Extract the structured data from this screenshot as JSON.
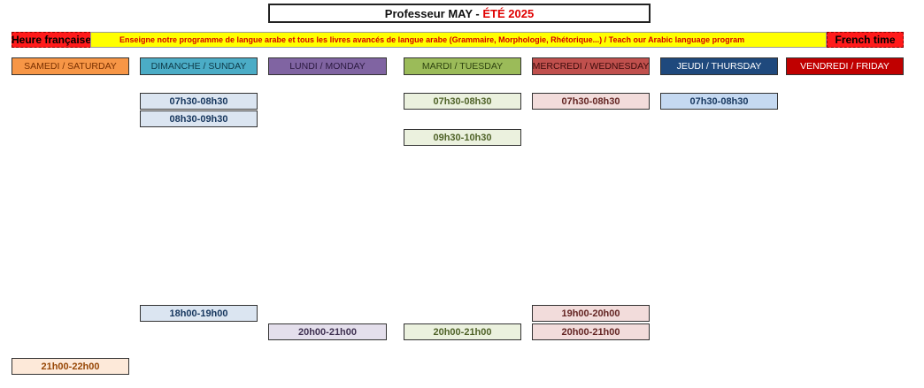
{
  "title": {
    "prefix": "Professeur MAY - ",
    "season": "ÉTÉ 2025"
  },
  "left_label": "Heure française",
  "banner": "Enseigne notre programme de langue arabe et tous les livres avancés de langue arabe (Grammaire, Morphologie, Rhétorique...) / Teach our Arabic language program",
  "right_label": "French time",
  "days": [
    {
      "label": "SAMEDI / SATURDAY",
      "color": "#f79646",
      "text": "#7a3000"
    },
    {
      "label": "DIMANCHE / SUNDAY",
      "color": "#4bacc6",
      "text": "#0e3a48"
    },
    {
      "label": "LUNDI / MONDAY",
      "color": "#8064a2",
      "text": "#2b1a40"
    },
    {
      "label": "MARDI / TUESDAY",
      "color": "#9bbb59",
      "text": "#2f4410"
    },
    {
      "label": "MERCREDI / WEDNESDAY",
      "color": "#c0504d",
      "text": "#3d0c0c"
    },
    {
      "label": "JEUDI / THURSDAY",
      "color": "#1f497d",
      "text": "#ffffff"
    },
    {
      "label": "VENDREDI / FRIDAY",
      "color": "#c00000",
      "text": "#ffffff"
    }
  ],
  "slots": [
    {
      "day": 1,
      "time": "07h30-08h30",
      "bg": "#dbe5f1",
      "fg": "#17375e"
    },
    {
      "day": 1,
      "time": "08h30-09h30",
      "bg": "#dbe5f1",
      "fg": "#17375e"
    },
    {
      "day": 3,
      "time": "07h30-08h30",
      "bg": "#ebf1de",
      "fg": "#4f6228"
    },
    {
      "day": 3,
      "time": "09h30-10h30",
      "bg": "#ebf1de",
      "fg": "#4f6228"
    },
    {
      "day": 4,
      "time": "07h30-08h30",
      "bg": "#f2dcdb",
      "fg": "#632523"
    },
    {
      "day": 5,
      "time": "07h30-08h30",
      "bg": "#c5d9f1",
      "fg": "#17375e"
    },
    {
      "day": 1,
      "time": "18h00-19h00",
      "bg": "#dbe5f1",
      "fg": "#17375e"
    },
    {
      "day": 4,
      "time": "19h00-20h00",
      "bg": "#f2dcdb",
      "fg": "#632523"
    },
    {
      "day": 2,
      "time": "20h00-21h00",
      "bg": "#e4dfec",
      "fg": "#3f3151"
    },
    {
      "day": 3,
      "time": "20h00-21h00",
      "bg": "#ebf1de",
      "fg": "#4f6228"
    },
    {
      "day": 4,
      "time": "20h00-21h00",
      "bg": "#f2dcdb",
      "fg": "#632523"
    },
    {
      "day": 0,
      "time": "21h00-22h00",
      "bg": "#fde9d9",
      "fg": "#974706"
    }
  ]
}
